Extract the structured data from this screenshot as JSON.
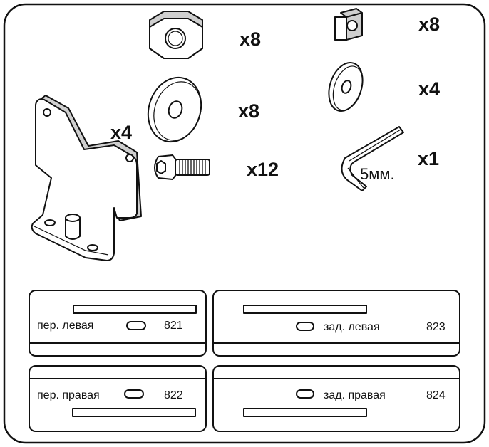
{
  "parts": {
    "hex_nut": {
      "qty": "x8",
      "icon": "hex-nut-icon"
    },
    "square_nut": {
      "qty": "x8",
      "icon": "square-nut-icon"
    },
    "large_washer": {
      "qty": "x8",
      "icon": "washer-icon"
    },
    "small_washer": {
      "qty": "x4",
      "icon": "washer-icon"
    },
    "bracket": {
      "qty": "x4",
      "icon": "bracket-icon"
    },
    "bolt": {
      "qty": "x12",
      "icon": "socket-bolt-icon"
    },
    "hex_key": {
      "qty": "x1",
      "size": "5мм.",
      "icon": "hex-key-icon"
    }
  },
  "plates": [
    {
      "label": "пер. левая",
      "number": "821"
    },
    {
      "label": "зад. левая",
      "number": "823"
    },
    {
      "label": "пер. правая",
      "number": "822"
    },
    {
      "label": "зад. правая",
      "number": "824"
    }
  ]
}
